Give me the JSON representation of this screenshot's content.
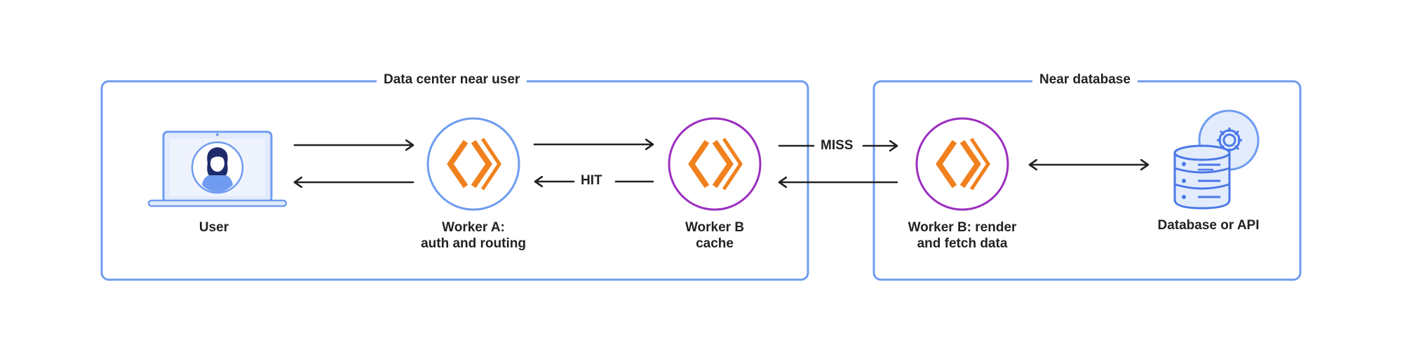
{
  "groups": {
    "user_dc": {
      "title": "Data center near user"
    },
    "db_dc": {
      "title": "Near database"
    }
  },
  "nodes": {
    "user": {
      "label": "User",
      "icon": "laptop-user-icon"
    },
    "worker_a": {
      "line1": "Worker A:",
      "line2": "auth and routing",
      "icon": "worker-chevrons-icon"
    },
    "worker_b_cache": {
      "line1": "Worker B",
      "line2": "cache",
      "icon": "worker-chevrons-icon"
    },
    "worker_b_render": {
      "line1": "Worker B: render",
      "line2": "and fetch data",
      "icon": "worker-chevrons-icon"
    },
    "database": {
      "label": "Database or API",
      "icon": "database-gear-icon"
    }
  },
  "edges": {
    "hit": "HIT",
    "miss": "MISS"
  },
  "colors": {
    "group_border": "#6f9cf0",
    "worker_a_ring": "#6f9cf0",
    "worker_b_ring": "#9b2fbf",
    "orange": "#f0811e",
    "arrow": "#222222",
    "icon_blue": "#4a78e6",
    "icon_fill": "#e3ecfd"
  }
}
